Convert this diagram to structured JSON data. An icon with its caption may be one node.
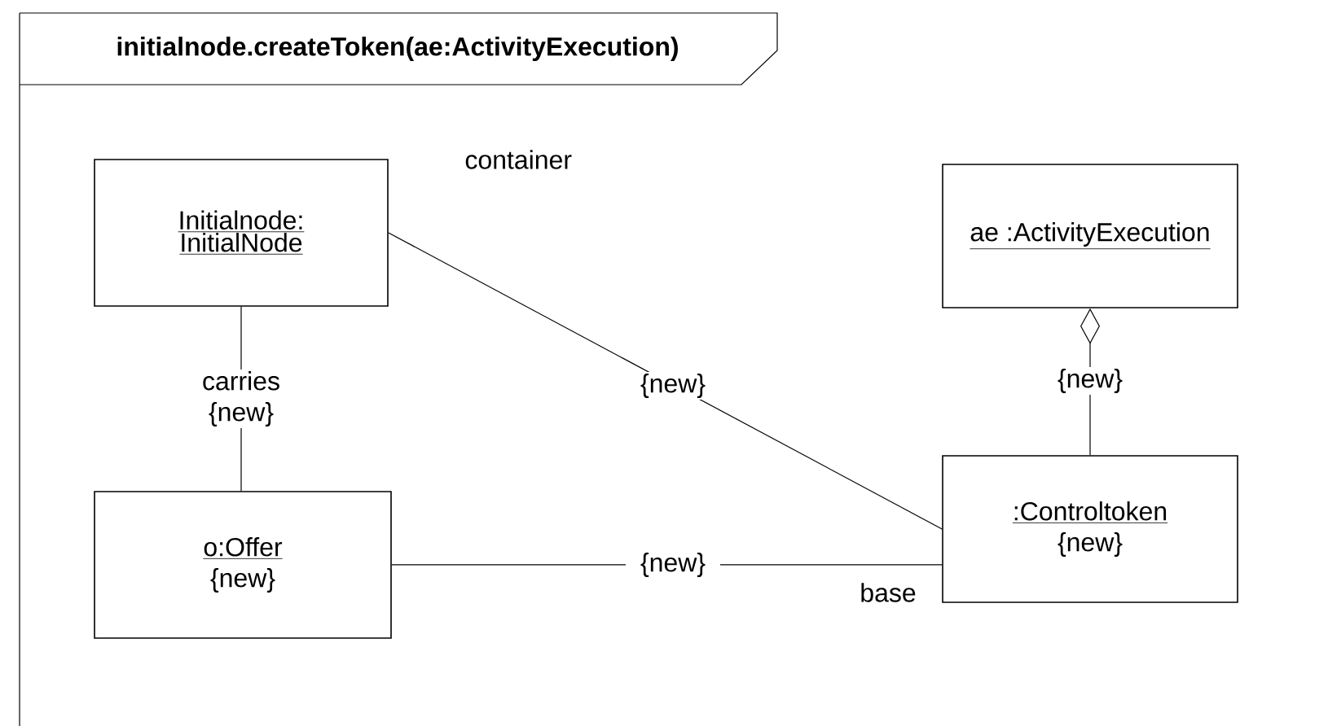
{
  "diagram": {
    "title": "initialnode.createToken(ae:ActivityExecution)",
    "nodes": [
      {
        "text": [
          "Initialnode: InitialNode"
        ]
      },
      {
        "text": [
          "ae :ActivityExecution"
        ]
      },
      {
        "text": [
          "o:Offer",
          "{new}"
        ]
      },
      {
        "text": [
          ":Controltoken",
          "{new}"
        ]
      }
    ],
    "edges": [
      {
        "from": 0,
        "to": 2,
        "arrow": "none",
        "label": "carries {new}"
      },
      {
        "from": 0,
        "to": 3,
        "arrow": "none",
        "label": "{new}"
      },
      {
        "from": 1,
        "to": 3,
        "arrow": "other",
        "label": "{new}"
      },
      {
        "from": 2,
        "to": 3,
        "arrow": "none",
        "label": "{new}"
      }
    ],
    "labels": [
      "container",
      "base"
    ]
  }
}
